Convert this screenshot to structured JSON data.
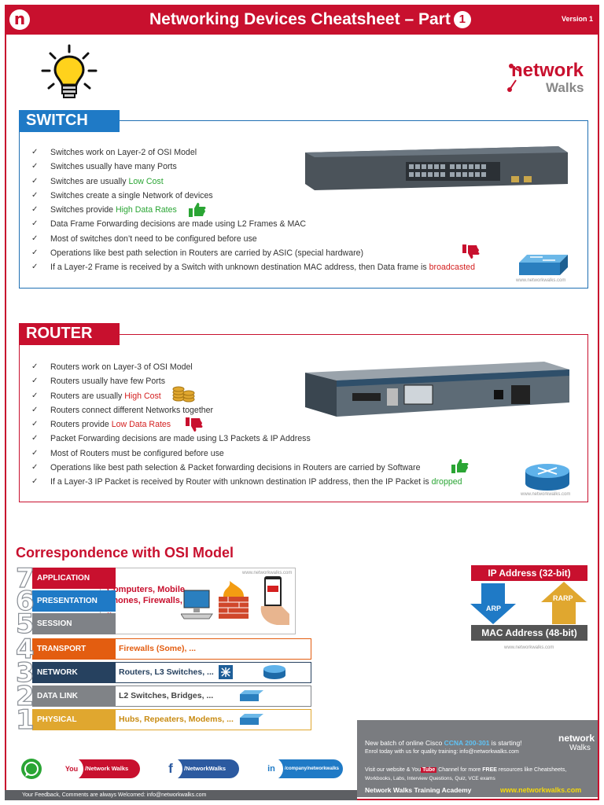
{
  "header": {
    "title": "Networking Devices Cheatsheet – Part",
    "part_number": "1",
    "version": "Version 1"
  },
  "brand": {
    "word1": "network",
    "word2": "Walks"
  },
  "switch": {
    "title": "SWITCH",
    "bullets": [
      {
        "pre": "Switches work on Layer-2 of OSI Model",
        "hl": "",
        "hl_color": "",
        "post": ""
      },
      {
        "pre": "Switches usually have many Ports",
        "hl": "",
        "hl_color": "",
        "post": ""
      },
      {
        "pre": "Switches are usually ",
        "hl": "Low Cost",
        "hl_color": "green",
        "post": ""
      },
      {
        "pre": "Switches create a single Network of devices",
        "hl": "",
        "hl_color": "",
        "post": ""
      },
      {
        "pre": "Switches provide ",
        "hl": "High Data Rates",
        "hl_color": "green",
        "post": ""
      },
      {
        "pre": "Data Frame Forwarding decisions are made using L2 Frames & MAC",
        "hl": "",
        "hl_color": "",
        "post": ""
      },
      {
        "pre": "Most of switches don’t need to be configured before use",
        "hl": "",
        "hl_color": "",
        "post": ""
      },
      {
        "pre": "Operations like best path selection in Routers are carried by ASIC (special hardware)",
        "hl": "",
        "hl_color": "",
        "post": ""
      },
      {
        "pre": "If a Layer-2 Frame is received by a Switch with unknown destination MAC address, then Data frame is ",
        "hl": "broadcasted",
        "hl_color": "red",
        "post": ""
      }
    ],
    "watermark": "www.networkwalks.com"
  },
  "router": {
    "title": "ROUTER",
    "bullets": [
      {
        "pre": "Routers work on Layer-3 of OSI Model",
        "hl": "",
        "hl_color": "",
        "post": ""
      },
      {
        "pre": "Routers usually have few Ports",
        "hl": "",
        "hl_color": "",
        "post": ""
      },
      {
        "pre": "Routers are usually ",
        "hl": "High Cost",
        "hl_color": "red",
        "post": ""
      },
      {
        "pre": "Routers connect different Networks together",
        "hl": "",
        "hl_color": "",
        "post": ""
      },
      {
        "pre": "Routers provide ",
        "hl": "Low Data Rates",
        "hl_color": "red",
        "post": ""
      },
      {
        "pre": "Packet Forwarding decisions are made using L3 Packets & IP Address",
        "hl": "",
        "hl_color": "",
        "post": ""
      },
      {
        "pre": "Most of Routers must be configured before use",
        "hl": "",
        "hl_color": "",
        "post": ""
      },
      {
        "pre": "Operations like best path selection & Packet forwarding decisions in Routers are carried by Software",
        "hl": "",
        "hl_color": "",
        "post": ""
      },
      {
        "pre": "If a Layer-3 IP Packet is received by Router with unknown destination IP address, then the IP Packet is ",
        "hl": "dropped",
        "hl_color": "green",
        "post": ""
      }
    ],
    "watermark": "www.networkwalks.com"
  },
  "osi": {
    "title": "Correspondence with OSI Model",
    "top_text": "Computers, Mobile Phones, Firewalls, ..",
    "watermark": "www.networkwalks.com",
    "layers": [
      {
        "num": "7",
        "name": "APPLICATION",
        "color": "#c8102e",
        "desc": "",
        "desc_color": ""
      },
      {
        "num": "6",
        "name": "PRESENTATION",
        "color": "#1f7ac6",
        "desc": "",
        "desc_color": ""
      },
      {
        "num": "5",
        "name": "SESSION",
        "color": "#7f8287",
        "desc": "",
        "desc_color": ""
      },
      {
        "num": "4",
        "name": "TRANSPORT",
        "color": "#e35d10",
        "desc": "Firewalls (Some), ...",
        "desc_color": "#e35d10"
      },
      {
        "num": "3",
        "name": "NETWORK",
        "color": "#26415f",
        "desc": "Routers, L3 Switches, ...",
        "desc_color": "#26415f"
      },
      {
        "num": "2",
        "name": "DATA LINK",
        "color": "#808387",
        "desc": "L2 Switches, Bridges, ...",
        "desc_color": "#444"
      },
      {
        "num": "1",
        "name": "PHYSICAL",
        "color": "#e0a72f",
        "desc": "Hubs, Repeaters, Modems, ...",
        "desc_color": "#c88b12"
      }
    ]
  },
  "addressing": {
    "ip": "IP Address (32-bit)",
    "mac": "MAC Address (48-bit)",
    "arp": "ARP",
    "rarp": "RARP",
    "watermark": "www.networkwalks.com"
  },
  "promo": {
    "line1_pre": "New batch of online Cisco ",
    "line1_hl": "CCNA 200-301",
    "line1_post": " is starting!",
    "line2": "Enrol today with us for quality training: info@networkwalks.com",
    "line3_pre": "Visit our website & You",
    "line3_yt": "Tube",
    "line3_post": " Channel for more ",
    "line3_free": "FREE",
    "line3_tail": " resources like Cheatsheets,",
    "line4": "Workbooks, Labs, Interview Questions, Quiz, VCE exams",
    "academy": "Network Walks Training Academy",
    "website": "www.networkwalks.com",
    "brand1": "network",
    "brand2": "Walks"
  },
  "social": {
    "youtube": "/Network Walks",
    "facebook": "/NetworkWalks",
    "linkedin": "/company/networkwalks",
    "youtube_icon": "You",
    "facebook_icon": "f",
    "linkedin_icon": "in"
  },
  "footer": {
    "feedback": "Your Feedback, Comments are always Welcomed: info@networkwalks.com"
  }
}
